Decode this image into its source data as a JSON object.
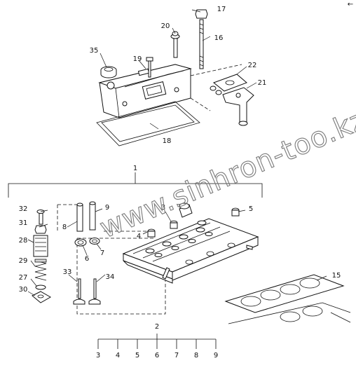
{
  "watermark": "www.sinhron-too.kz",
  "corner_mark": "←",
  "group_labels": {
    "head_assembly": "1",
    "valve_group": "2"
  },
  "callouts": {
    "c3a": "3",
    "c3b": "3",
    "c4a": "4",
    "c4b": "4",
    "c5a": "5",
    "c5b": "5",
    "c6a": "6",
    "c6b": "6",
    "c7a": "7",
    "c7b": "7",
    "c8a": "8",
    "c8b": "8",
    "c9a": "9",
    "c9b": "9",
    "c15": "15",
    "c16": "16",
    "c17": "17",
    "c18": "18",
    "c19": "19",
    "c20": "20",
    "c21": "21",
    "c22": "22",
    "c27": "27",
    "c28": "28",
    "c29": "29",
    "c30": "30",
    "c31": "31",
    "c32": "32",
    "c33": "33",
    "c34": "34",
    "c35": "35"
  }
}
